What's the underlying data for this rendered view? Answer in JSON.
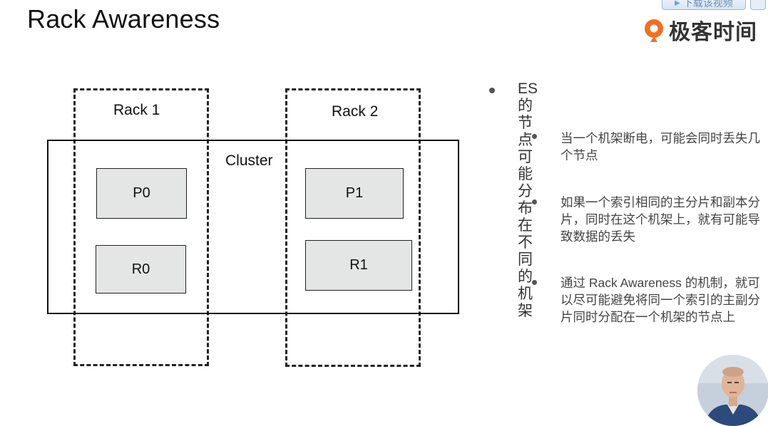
{
  "header": {
    "title": "Rack Awareness",
    "download_label": "下载该视频",
    "brand": "极客时间",
    "brand_color": "#f26f21"
  },
  "diagram": {
    "rack1": "Rack 1",
    "rack2": "Rack 2",
    "cluster": "Cluster",
    "shards": {
      "p0": "P0",
      "r0": "R0",
      "p1": "P1",
      "r1": "R1"
    }
  },
  "bullets": {
    "main": "ES 的节点可能分布在不同的机架",
    "items": [
      "当一个机架断电，可能会同时丢失几个节点",
      "如果一个索引相同的主分片和副本分片，同时在这个机架上，就有可能导致数据的丢失",
      "通过 Rack Awareness 的机制，就可以尽可能避免将同一个索引的主副分片同时分配在一个机架的节点上"
    ]
  },
  "presenter": {
    "icon": "presenter-video-thumbnail"
  }
}
